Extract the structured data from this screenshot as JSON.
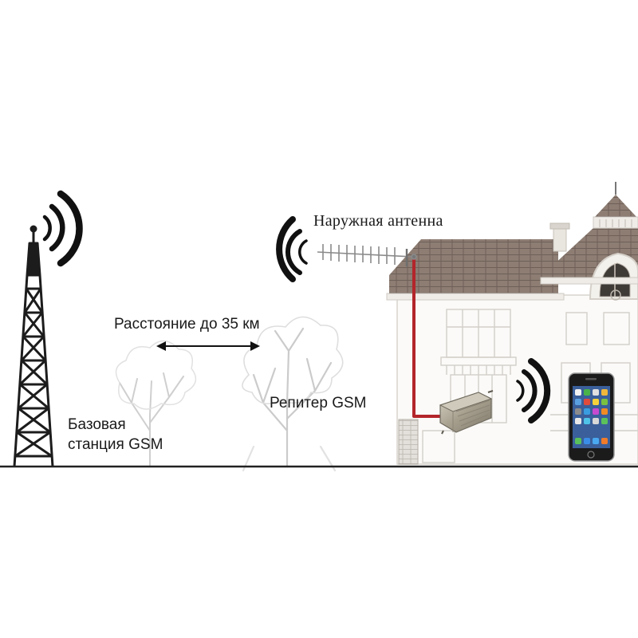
{
  "labels": {
    "distance": "Расстояние до 35 км",
    "outdoor_antenna": "Наружная антенна",
    "repeater": "Репитер GSM",
    "base_station_line1": "Базовая",
    "base_station_line2": "станция GSM"
  },
  "colors": {
    "cable": "#b3252a",
    "waves": "#111111",
    "ground": "#222222",
    "roof": "#8a7a70",
    "house_outline": "#d6d2cc",
    "repeater_box": "#a9a394",
    "phone_body": "#1b1b1b"
  },
  "icons": [
    "cell-tower-icon",
    "outdoor-antenna-icon",
    "repeater-icon",
    "smartphone-icon",
    "signal-waves-icon",
    "tree-icon",
    "house-icon",
    "double-arrow-icon"
  ]
}
